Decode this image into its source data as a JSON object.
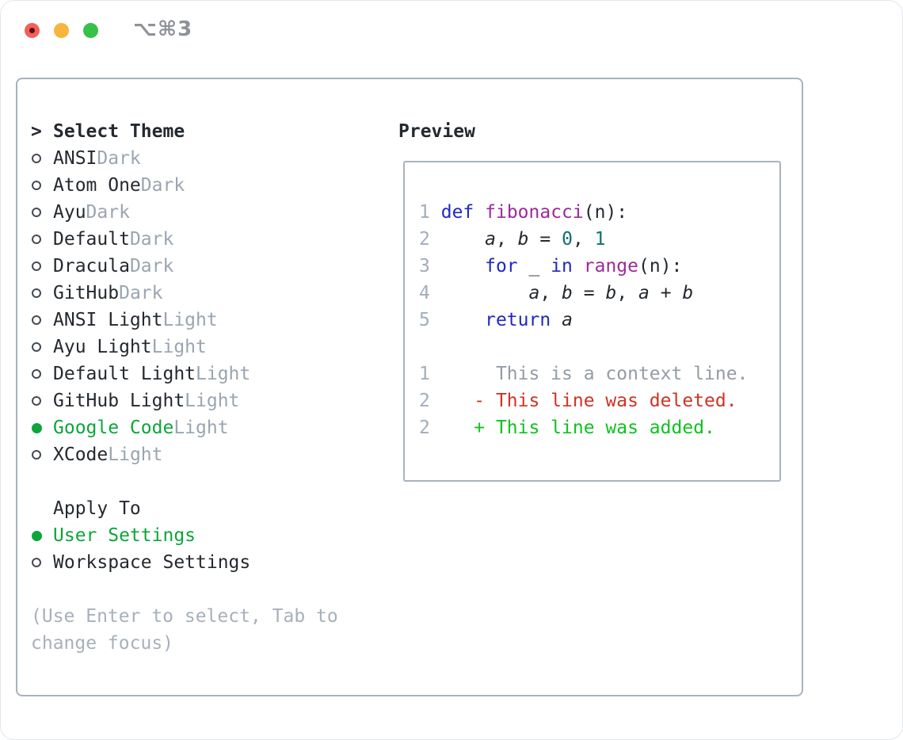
{
  "window": {
    "shortcut": "⌥⌘3"
  },
  "colors": {
    "ink": "#24292f",
    "muted_suffix": "#9aa5b1",
    "help_text": "#a7b0bc",
    "line_number": "#a2adbb",
    "panel_border": "#a9b2be",
    "accent_green": "#0ca63a",
    "syntax_keyword": "#2128c0",
    "syntax_function": "#9c2a9c",
    "syntax_literal": "#0d7171",
    "diff_context": "#939ca6",
    "diff_deleted": "#ce3323",
    "diff_added": "#0fc21e",
    "traffic_red": "#f2605c",
    "traffic_yellow": "#f6b63c",
    "traffic_green": "#36c148"
  },
  "theme_picker": {
    "header_cursor": ">",
    "header": "Select Theme",
    "themes": [
      {
        "name": "ANSI",
        "variant": "Dark",
        "selected": false
      },
      {
        "name": "Atom One",
        "variant": "Dark",
        "selected": false
      },
      {
        "name": "Ayu",
        "variant": "Dark",
        "selected": false
      },
      {
        "name": "Default",
        "variant": "Dark",
        "selected": false
      },
      {
        "name": "Dracula",
        "variant": "Dark",
        "selected": false
      },
      {
        "name": "GitHub",
        "variant": "Dark",
        "selected": false
      },
      {
        "name": "ANSI Light",
        "variant": "Light",
        "selected": false
      },
      {
        "name": "Ayu Light",
        "variant": "Light",
        "selected": false
      },
      {
        "name": "Default Light",
        "variant": "Light",
        "selected": false
      },
      {
        "name": "GitHub Light",
        "variant": "Light",
        "selected": false
      },
      {
        "name": "Google Code",
        "variant": "Light",
        "selected": true
      },
      {
        "name": "XCode",
        "variant": "Light",
        "selected": false
      }
    ]
  },
  "apply_to": {
    "header": "Apply To",
    "options": [
      {
        "label": "User Settings",
        "selected": true
      },
      {
        "label": "Workspace Settings",
        "selected": false
      }
    ]
  },
  "help_text": {
    "line1": "(Use Enter to select, Tab to",
    "line2": "change focus)"
  },
  "preview": {
    "header": "Preview",
    "lines": [
      {
        "num": "1",
        "segments": [
          {
            "t": " ",
            "c": "plain"
          },
          {
            "t": "def",
            "c": "keyword"
          },
          {
            "t": " ",
            "c": "plain"
          },
          {
            "t": "fibonacci",
            "c": "function"
          },
          {
            "t": "(n):",
            "c": "plain"
          }
        ]
      },
      {
        "num": "2",
        "segments": [
          {
            "t": "     ",
            "c": "plain"
          },
          {
            "t": "a",
            "c": "variable"
          },
          {
            "t": ", ",
            "c": "plain"
          },
          {
            "t": "b",
            "c": "variable"
          },
          {
            "t": " = ",
            "c": "plain"
          },
          {
            "t": "0",
            "c": "literal"
          },
          {
            "t": ", ",
            "c": "plain"
          },
          {
            "t": "1",
            "c": "literal"
          }
        ]
      },
      {
        "num": "3",
        "segments": [
          {
            "t": "     ",
            "c": "plain"
          },
          {
            "t": "for",
            "c": "keyword"
          },
          {
            "t": " _ ",
            "c": "plain"
          },
          {
            "t": "in",
            "c": "keyword"
          },
          {
            "t": " ",
            "c": "plain"
          },
          {
            "t": "range",
            "c": "function"
          },
          {
            "t": "(n):",
            "c": "plain"
          }
        ]
      },
      {
        "num": "4",
        "segments": [
          {
            "t": "         ",
            "c": "plain"
          },
          {
            "t": "a",
            "c": "variable"
          },
          {
            "t": ", ",
            "c": "plain"
          },
          {
            "t": "b",
            "c": "variable"
          },
          {
            "t": " = ",
            "c": "plain"
          },
          {
            "t": "b",
            "c": "variable"
          },
          {
            "t": ", ",
            "c": "plain"
          },
          {
            "t": "a",
            "c": "variable"
          },
          {
            "t": " + ",
            "c": "plain"
          },
          {
            "t": "b",
            "c": "variable"
          }
        ]
      },
      {
        "num": "5",
        "segments": [
          {
            "t": "     ",
            "c": "plain"
          },
          {
            "t": "return",
            "c": "keyword"
          },
          {
            "t": " ",
            "c": "plain"
          },
          {
            "t": "a",
            "c": "variable"
          }
        ]
      },
      {
        "blank": true
      },
      {
        "num": "1",
        "segments": [
          {
            "t": "      This is a context line.",
            "c": "context"
          }
        ]
      },
      {
        "num": "2",
        "segments": [
          {
            "t": "    - This line was deleted.",
            "c": "deleted"
          }
        ]
      },
      {
        "num": "2",
        "segments": [
          {
            "t": "    + This line was added.",
            "c": "added"
          }
        ]
      }
    ]
  }
}
